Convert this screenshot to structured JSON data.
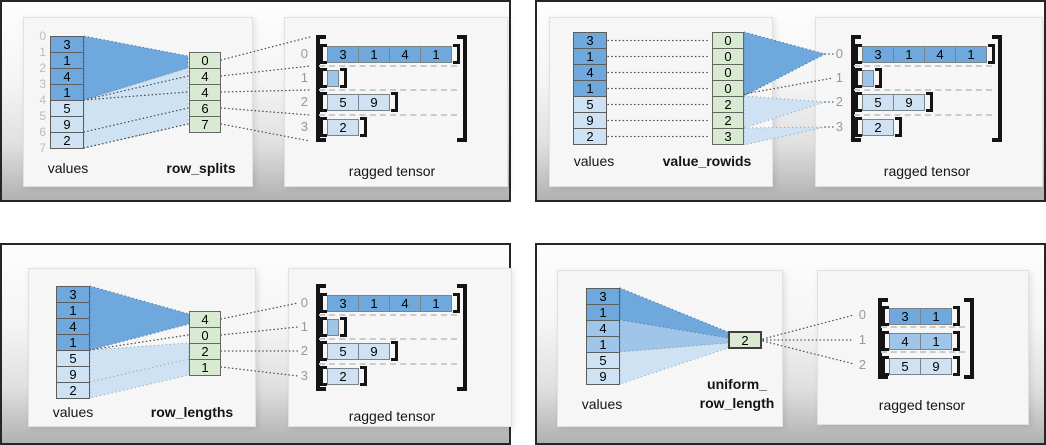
{
  "colors": {
    "dark_blue": "#6fa8dc",
    "medium_blue": "#9fc5e8",
    "light_blue": "#cfe2f3",
    "green": "#d9ead3"
  },
  "panels": {
    "row_splits": {
      "values_label": "values",
      "key_label": "row_splits",
      "tensor_label": "ragged tensor",
      "values": [
        "3",
        "1",
        "4",
        "1",
        "5",
        "9",
        "2"
      ],
      "boundaries": [
        "0",
        "1",
        "2",
        "3",
        "4",
        "5",
        "6",
        "7"
      ],
      "key": [
        "0",
        "4",
        "4",
        "6",
        "7"
      ],
      "row_indices": [
        "0",
        "1",
        "2",
        "3"
      ],
      "rows": [
        [
          "3",
          "1",
          "4",
          "1"
        ],
        [],
        [
          "5",
          "9"
        ],
        [
          "2"
        ]
      ]
    },
    "value_rowids": {
      "values_label": "values",
      "key_label": "value_rowids",
      "tensor_label": "ragged tensor",
      "values": [
        "3",
        "1",
        "4",
        "1",
        "5",
        "9",
        "2"
      ],
      "key": [
        "0",
        "0",
        "0",
        "0",
        "2",
        "2",
        "3"
      ],
      "row_indices": [
        "0",
        "1",
        "2",
        "3"
      ],
      "rows": [
        [
          "3",
          "1",
          "4",
          "1"
        ],
        [],
        [
          "5",
          "9"
        ],
        [
          "2"
        ]
      ]
    },
    "row_lengths": {
      "values_label": "values",
      "key_label": "row_lengths",
      "tensor_label": "ragged tensor",
      "values": [
        "3",
        "1",
        "4",
        "1",
        "5",
        "9",
        "2"
      ],
      "key": [
        "4",
        "0",
        "2",
        "1"
      ],
      "row_indices": [
        "0",
        "1",
        "2",
        "3"
      ],
      "rows": [
        [
          "3",
          "1",
          "4",
          "1"
        ],
        [],
        [
          "5",
          "9"
        ],
        [
          "2"
        ]
      ]
    },
    "uniform_row_length": {
      "values_label": "values",
      "key_label_line1": "uniform_",
      "key_label_line2": "row_length",
      "tensor_label": "ragged tensor",
      "values": [
        "3",
        "1",
        "4",
        "1",
        "5",
        "9"
      ],
      "key": [
        "2"
      ],
      "row_indices": [
        "0",
        "1",
        "2"
      ],
      "rows": [
        [
          "3",
          "1"
        ],
        [
          "4",
          "1"
        ],
        [
          "5",
          "9"
        ]
      ]
    }
  }
}
